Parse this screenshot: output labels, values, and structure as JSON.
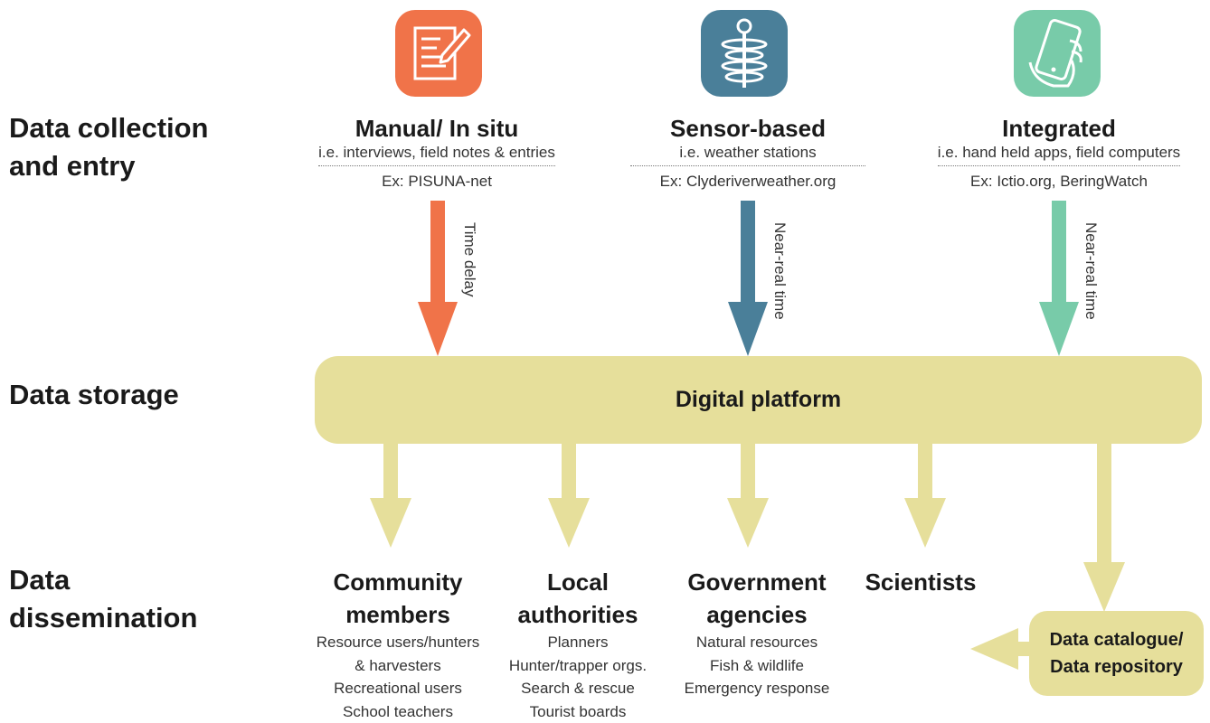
{
  "rows": {
    "collection": [
      "Data collection",
      "and entry"
    ],
    "storage": "Data storage",
    "dissemination": [
      "Data",
      "dissemination"
    ]
  },
  "methods": [
    {
      "title": "Manual/ In situ",
      "description": "i.e. interviews, field notes & entries",
      "example": "Ex: PISUNA-net",
      "icon": "notepad-pen-icon",
      "color": "#f07349",
      "flow_label": "Time delay"
    },
    {
      "title": "Sensor-based",
      "description": "i.e. weather stations",
      "example": "Ex: Clyderiverweather.org",
      "icon": "weather-station-icon",
      "color": "#4a7f99",
      "flow_label": "Near-real time"
    },
    {
      "title": "Integrated",
      "description": "i.e. hand held apps, field computers",
      "example": "Ex: Ictio.org, BeringWatch",
      "icon": "handheld-phone-icon",
      "color": "#78cba9",
      "flow_label": "Near-real time"
    }
  ],
  "platform": {
    "label": "Digital platform",
    "color": "#e6df9b"
  },
  "audiences": [
    {
      "title": [
        "Community",
        "members"
      ],
      "items": [
        "Resource users/hunters",
        "& harvesters",
        "Recreational users",
        "School teachers"
      ]
    },
    {
      "title": [
        "Local",
        "authorities"
      ],
      "items": [
        "Planners",
        "Hunter/trapper orgs.",
        "Search & rescue",
        "Tourist boards"
      ]
    },
    {
      "title": [
        "Government",
        "agencies"
      ],
      "items": [
        "Natural resources",
        "Fish & wildlife",
        "Emergency response"
      ]
    },
    {
      "title": [
        "Scientists"
      ],
      "items": []
    }
  ],
  "catalogue": {
    "lines": [
      "Data catalogue/",
      "Data repository"
    ]
  }
}
